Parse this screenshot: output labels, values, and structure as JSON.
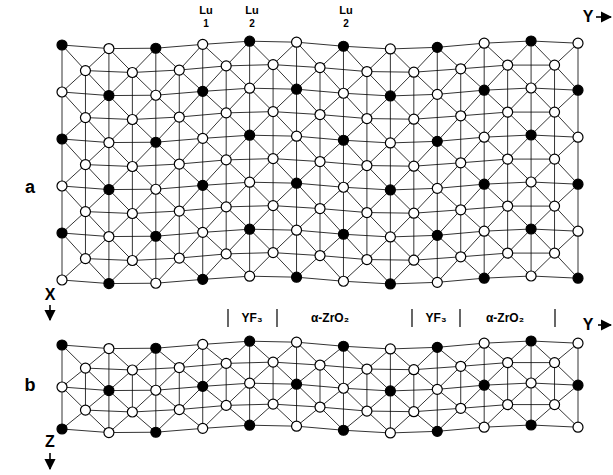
{
  "diagram": {
    "labels": [
      "Lu",
      "1",
      "Lu",
      "2",
      "Lu",
      "2",
      "Y",
      "X",
      "a",
      "YF₃",
      "α-ZrO₂",
      "YF₃",
      "α-ZrO₂",
      "Y",
      "b",
      "Z"
    ]
  }
}
